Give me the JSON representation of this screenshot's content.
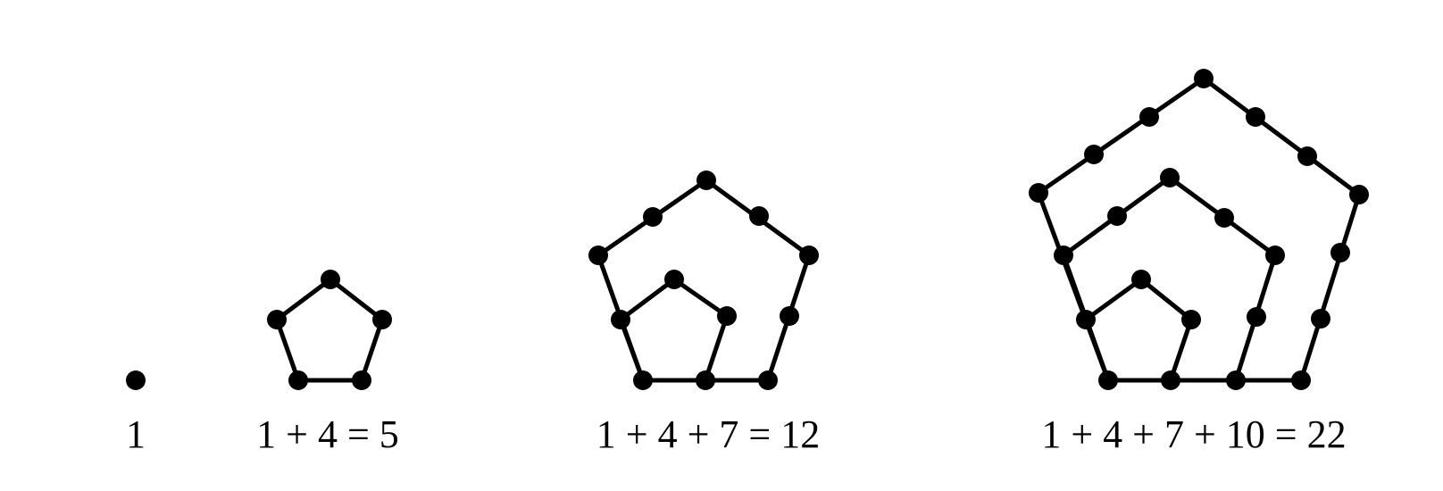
{
  "figures": [
    {
      "label": "1"
    },
    {
      "label": "1 + 4 = 5"
    },
    {
      "label": "1 + 4 + 7 = 12"
    },
    {
      "label": "1 + 4 + 7 + 10 = 22"
    }
  ],
  "colors": {
    "ink": "#000000",
    "background": "#ffffff"
  }
}
